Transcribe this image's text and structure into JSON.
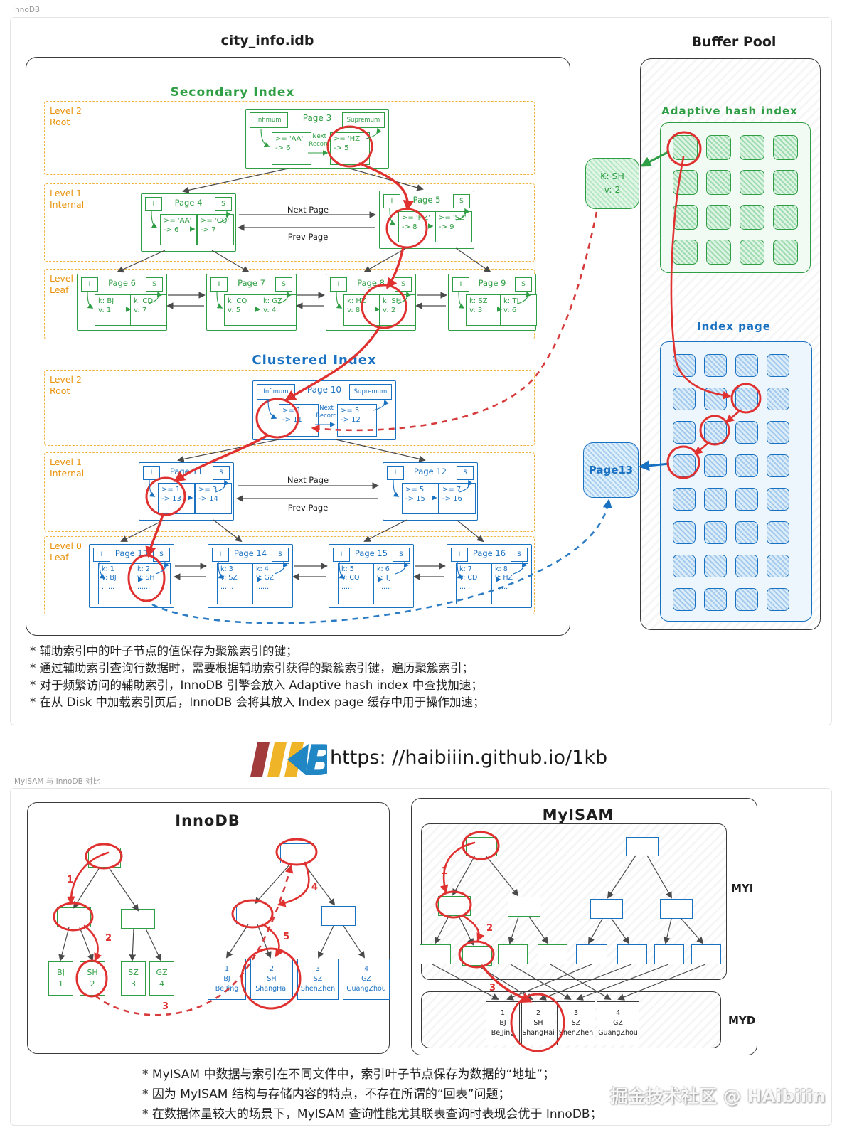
{
  "meta": {
    "top_label": "InnoDB",
    "bottom_label": "MyISAM 与 InnoDB 对比",
    "url_text": "https: //haibiiin.github.io/1kb",
    "watermark": "掘金技术社区 @ HAibiiin"
  },
  "colors": {
    "green": "#2f9e44",
    "blue": "#1971c2",
    "orange": "#f08c00",
    "red": "#e03131",
    "logo_red": "#a23b3b",
    "logo_yellow": "#f0b429",
    "logo_blue": "#2186c4"
  },
  "disk": {
    "title": "city_info.idb",
    "labels": {
      "i": "I",
      "s": "S",
      "infimum": "Infimum",
      "supremum": "Supremum",
      "next_record_1": "Next",
      "next_record_2": "Record",
      "next_page": "Next Page",
      "prev_page": "Prev Page"
    },
    "secondary": {
      "title": "Secondary Index",
      "levels": [
        {
          "l1": "Level 2",
          "l2": "Root"
        },
        {
          "l1": "Level 1",
          "l2": "Internal"
        },
        {
          "l1": "Level 0",
          "l2": "Leaf"
        }
      ],
      "root": {
        "page": "Page 3",
        "recs": [
          {
            "k": ">= 'AA'",
            "v": "-> 6"
          },
          {
            "k": ">= 'HZ'",
            "v": "-> 5"
          }
        ]
      },
      "internal": [
        {
          "page": "Page 4",
          "recs": [
            {
              "k": ">= 'AA'",
              "v": "-> 6"
            },
            {
              "k": ">= 'CQ'",
              "v": "-> 7"
            }
          ]
        },
        {
          "page": "Page 5",
          "recs": [
            {
              "k": ">= 'HZ'",
              "v": "-> 8"
            },
            {
              "k": ">= 'SZ'",
              "v": "-> 9"
            }
          ]
        }
      ],
      "leaves": [
        {
          "page": "Page 6",
          "recs": [
            {
              "k": "k: BJ",
              "v": "v: 1"
            },
            {
              "k": "k: CD",
              "v": "v: 7"
            }
          ]
        },
        {
          "page": "Page 7",
          "recs": [
            {
              "k": "k: CQ",
              "v": "v: 5"
            },
            {
              "k": "k: GZ",
              "v": "v: 4"
            }
          ]
        },
        {
          "page": "Page 8",
          "recs": [
            {
              "k": "k: HZ",
              "v": "v: 8"
            },
            {
              "k": "k: SH",
              "v": "v: 2"
            }
          ]
        },
        {
          "page": "Page 9",
          "recs": [
            {
              "k": "k: SZ",
              "v": "v: 3"
            },
            {
              "k": "k: TJ",
              "v": "v: 6"
            }
          ]
        }
      ]
    },
    "clustered": {
      "title": "Clustered Index",
      "levels": [
        {
          "l1": "Level 2",
          "l2": "Root"
        },
        {
          "l1": "Level 1",
          "l2": "Internal"
        },
        {
          "l1": "Level 0",
          "l2": "Leaf"
        }
      ],
      "root": {
        "page": "Page 10",
        "recs": [
          {
            "k": ">= 1",
            "v": "-> 11"
          },
          {
            "k": ">= 5",
            "v": "-> 12"
          }
        ]
      },
      "internal": [
        {
          "page": "Page 11",
          "recs": [
            {
              "k": ">= 1",
              "v": "-> 13"
            },
            {
              "k": ">= 3",
              "v": "-> 14"
            }
          ]
        },
        {
          "page": "Page 12",
          "recs": [
            {
              "k": ">= 5",
              "v": "-> 15"
            },
            {
              "k": ">= 7",
              "v": "-> 16"
            }
          ]
        }
      ],
      "leaves": [
        {
          "page": "Page 13",
          "recs": [
            {
              "k": "k: 1",
              "v": "v: BJ",
              "m": "......"
            },
            {
              "k": "k: 2",
              "v": "v: SH",
              "m": "......"
            }
          ]
        },
        {
          "page": "Page 14",
          "recs": [
            {
              "k": "k: 3",
              "v": "v: SZ",
              "m": "......"
            },
            {
              "k": "k: 4",
              "v": "v: GZ",
              "m": "......"
            }
          ]
        },
        {
          "page": "Page 15",
          "recs": [
            {
              "k": "k: 5",
              "v": "v: CQ",
              "m": "......"
            },
            {
              "k": "k: 6",
              "v": "v: TJ",
              "m": "......"
            }
          ]
        },
        {
          "page": "Page 16",
          "recs": [
            {
              "k": "k: 7",
              "v": "v: CD",
              "m": "......"
            },
            {
              "k": "k: 8",
              "v": "v: HZ",
              "m": "......"
            }
          ]
        }
      ]
    }
  },
  "buffer_pool": {
    "title": "Buffer Pool",
    "ahi": {
      "title": "Adaptive hash index",
      "rows": 4,
      "cols": 4
    },
    "index_page": {
      "title": "Index page",
      "rows": 8,
      "cols": 4
    },
    "hash_badge": {
      "k": "K: SH",
      "v": "v: 2"
    },
    "page_badge": "Page13"
  },
  "notes_top": [
    "* 辅助索引中的叶子节点的值保存为聚簇索引的键；",
    "* 通过辅助索引查询行数据时，需要根据辅助索引获得的聚簇索引键，遍历聚簇索引；",
    "* 对于频繁访问的辅助索引，InnoDB 引擎会放入 Adaptive hash index 中查找加速；",
    "* 在从 Disk 中加载索引页后，InnoDB 会将其放入 Index page 缓存中用于操作加速；"
  ],
  "compare": {
    "innodb": {
      "title": "InnoDB",
      "sec_leaves": [
        {
          "t": "BJ",
          "b": "1"
        },
        {
          "t": "SH",
          "b": "2"
        },
        {
          "t": "SZ",
          "b": "3"
        },
        {
          "t": "GZ",
          "b": "4"
        }
      ],
      "clu_leaves": [
        {
          "a": "1",
          "b": "BJ",
          "c": "BejJing"
        },
        {
          "a": "2",
          "b": "SH",
          "c": "ShangHai"
        },
        {
          "a": "3",
          "b": "SZ",
          "c": "ShenZhen"
        },
        {
          "a": "4",
          "b": "GZ",
          "c": "GuangZhou"
        }
      ],
      "steps": [
        "1",
        "2",
        "3",
        "4",
        "5"
      ]
    },
    "myisam": {
      "title": "MyISAM",
      "myi": "MYI",
      "myd": "MYD",
      "data": [
        {
          "a": "1",
          "b": "BJ",
          "c": "BejJing"
        },
        {
          "a": "2",
          "b": "SH",
          "c": "ShangHai"
        },
        {
          "a": "3",
          "b": "SZ",
          "c": "ShenZhen"
        },
        {
          "a": "4",
          "b": "GZ",
          "c": "GuangZhou"
        }
      ],
      "steps": [
        "1",
        "2",
        "3"
      ]
    }
  },
  "notes_bottom": [
    "* MyISAM 中数据与索引在不同文件中，索引叶子节点保存为数据的“地址”；",
    "* 因为 MyISAM 结构与存储内容的特点，不存在所谓的“回表”问题；",
    "* 在数据体量较大的场景下，MyISAM 查询性能尤其联表查询时表现会优于 InnoDB；"
  ]
}
